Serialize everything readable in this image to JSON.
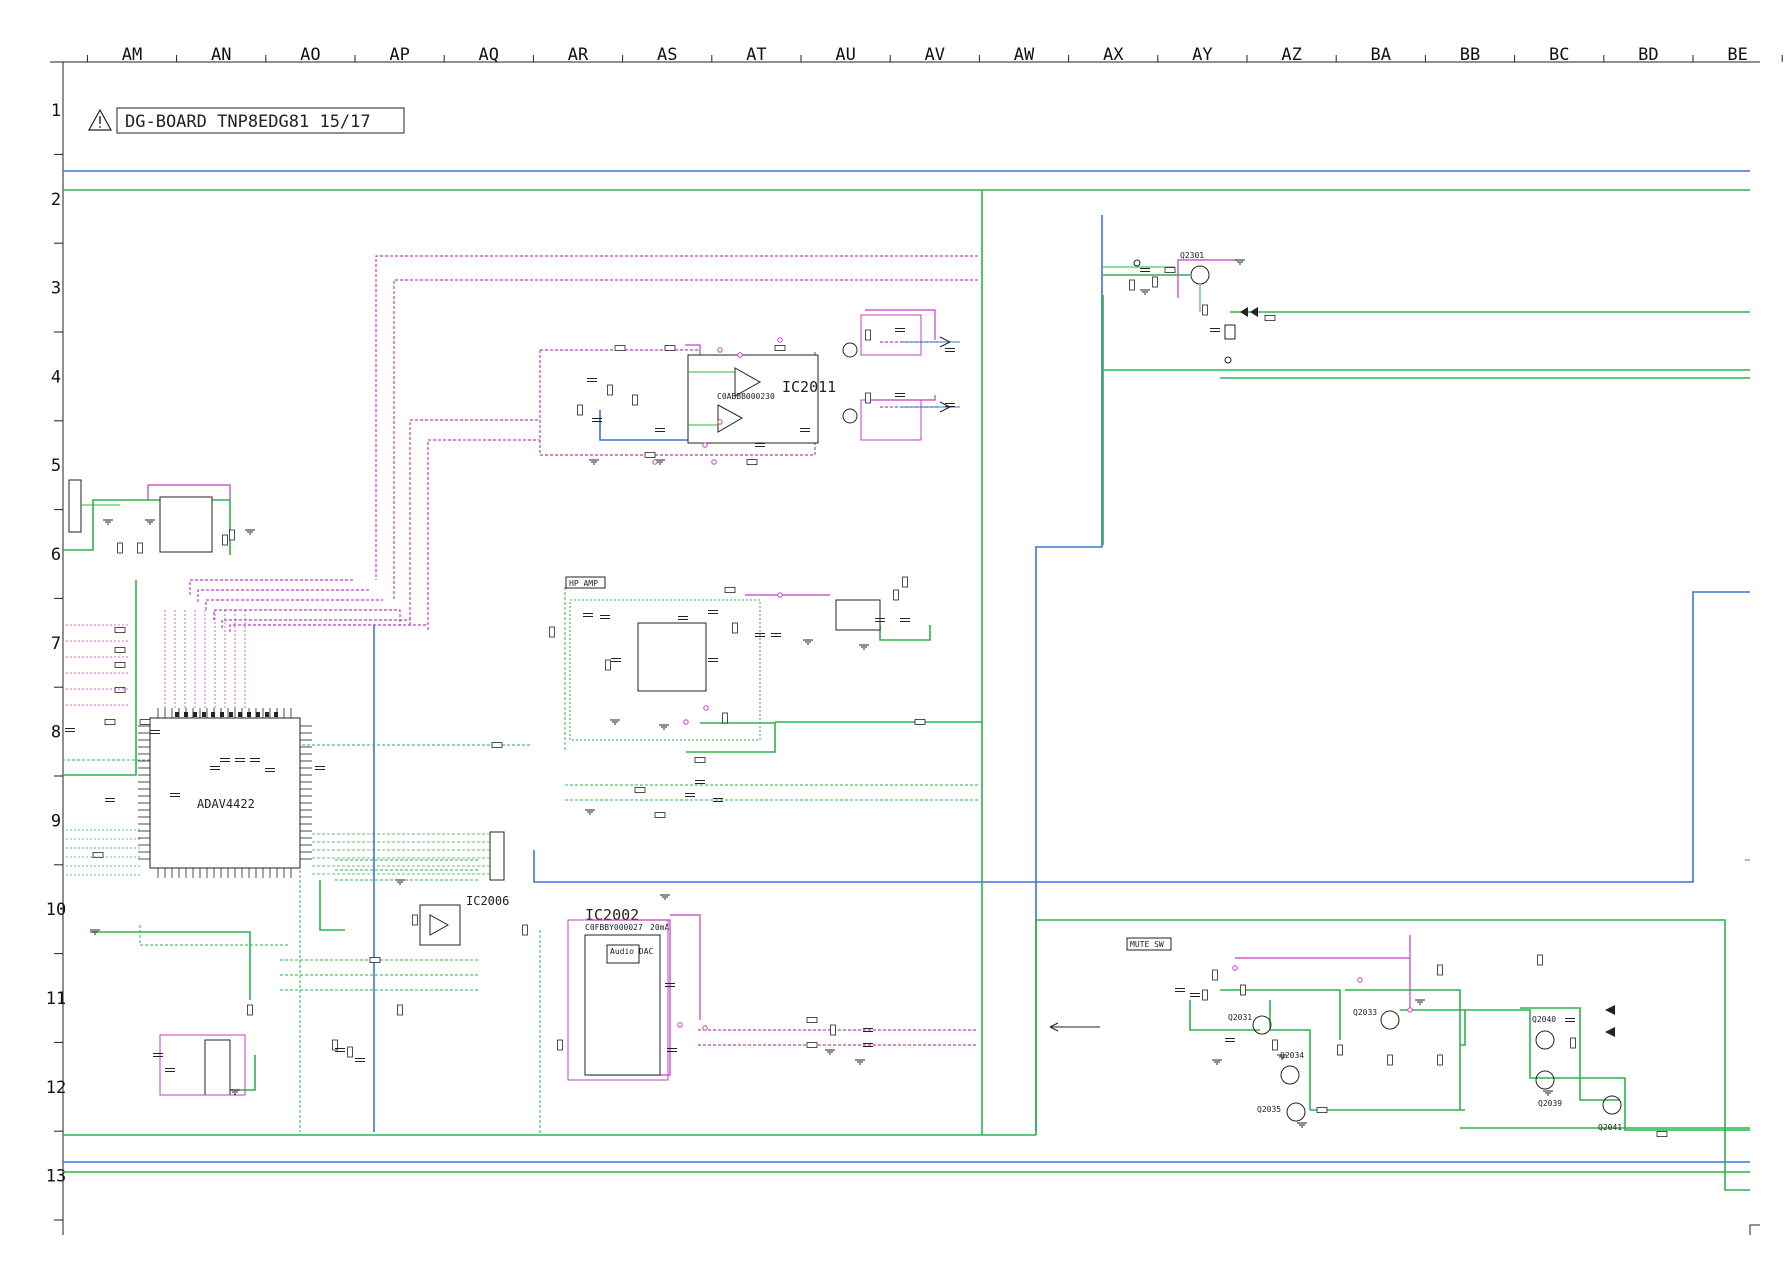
{
  "sheet": {
    "title": "DG-BOARD TNP8EDG81 15/17",
    "warning_icon": "caution-triangle-icon"
  },
  "columns": [
    "AM",
    "AN",
    "AO",
    "AP",
    "AQ",
    "AR",
    "AS",
    "AT",
    "AU",
    "AV",
    "AW",
    "AX",
    "AY",
    "AZ",
    "BA",
    "BB",
    "BC",
    "BD",
    "BE"
  ],
  "rows": [
    "1",
    "2",
    "3",
    "4",
    "5",
    "6",
    "7",
    "8",
    "9",
    "10",
    "11",
    "12",
    "13"
  ],
  "components": {
    "ic2011": {
      "ref": "IC2011",
      "part": "C0ABBB000230"
    },
    "ic2001": {
      "part": "ADAV4422"
    },
    "ic2002": {
      "ref": "IC2002",
      "part": "C0FBBY000027",
      "label": "Audio DAC",
      "note": "20mA"
    },
    "ic2006": {
      "ref": "IC2006"
    },
    "q2301": {
      "ref": "Q2301"
    },
    "q2031": {
      "ref": "Q2031"
    },
    "q2033": {
      "ref": "Q2033"
    },
    "q2034": {
      "ref": "Q2034"
    },
    "q2035": {
      "ref": "Q2035"
    },
    "q2039": {
      "ref": "Q2039"
    },
    "q2040": {
      "ref": "Q2040"
    },
    "q2041": {
      "ref": "Q2041"
    }
  },
  "blocks": {
    "hp_amp": "HP AMP",
    "mute_sw": "MUTE SW"
  }
}
